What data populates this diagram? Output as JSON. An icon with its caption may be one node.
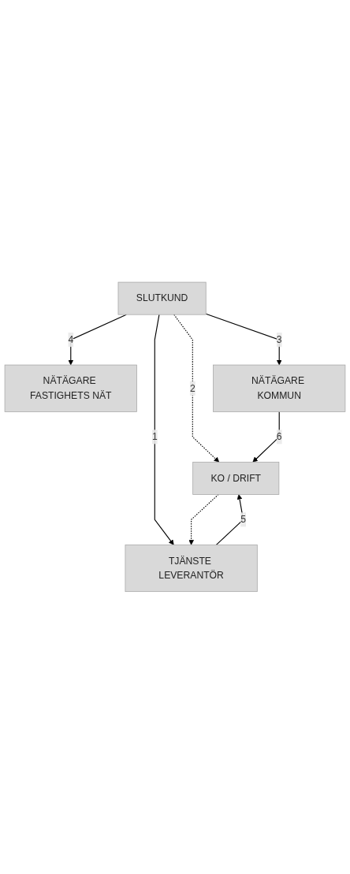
{
  "diagram": {
    "nodes": [
      {
        "text": [
          "NÄTÄGARE FASTIGHETS NÄT"
        ]
      },
      {
        "text": [
          "NÄTÄGARE KOMMUN"
        ]
      },
      {
        "text": [
          "KO / DRIFT"
        ]
      },
      {
        "text": [
          "TJÄNSTE LEVERANTÖR"
        ]
      },
      {
        "text": [
          "SLUTKUND"
        ]
      }
    ],
    "edges": [
      {
        "from": 4,
        "to": 3,
        "arrow": "to",
        "label": "1"
      },
      {
        "from": 4,
        "to": 2,
        "arrow": "to",
        "label": "2",
        "style": "dashed"
      },
      {
        "from": 4,
        "to": 1,
        "arrow": "to",
        "label": "3"
      },
      {
        "from": 4,
        "to": 0,
        "arrow": "to",
        "label": "4"
      },
      {
        "from": 3,
        "to": 2,
        "arrow": "to",
        "label": "5"
      },
      {
        "from": 1,
        "to": 2,
        "arrow": "to",
        "label": "6"
      },
      {
        "from": 2,
        "to": 3,
        "arrow": "to",
        "style": "dashed"
      }
    ]
  }
}
